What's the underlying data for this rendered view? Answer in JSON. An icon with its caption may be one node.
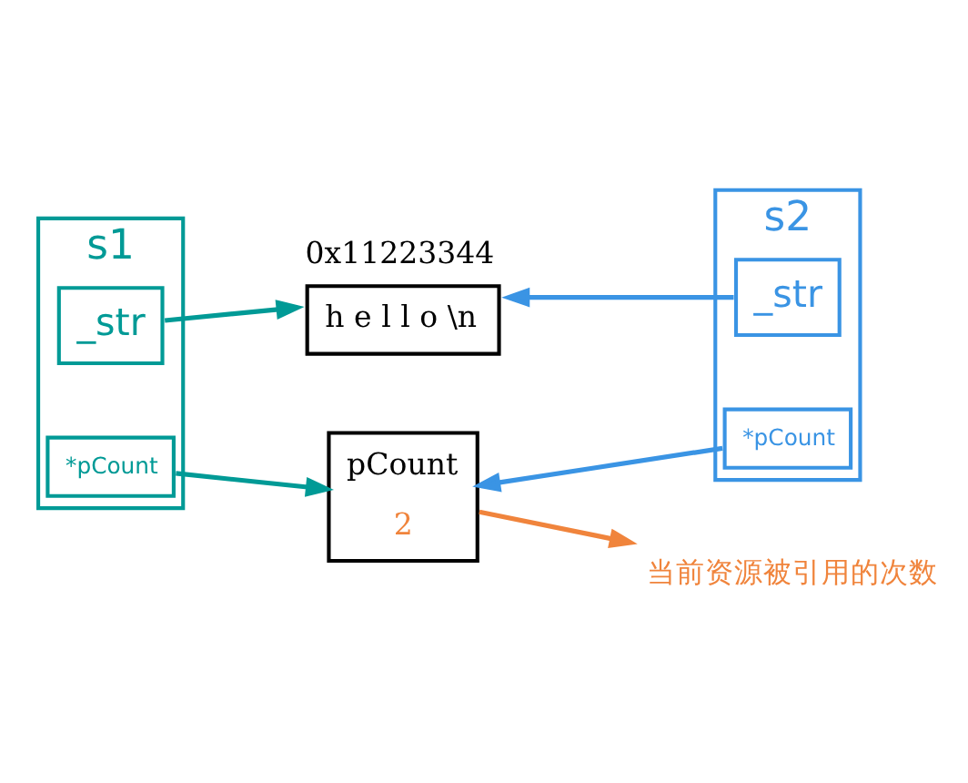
{
  "diagram": {
    "nodes": [
      {
        "text": [
          "s1"
        ]
      },
      {
        "text": [
          "_str"
        ],
        "in": 0
      },
      {
        "text": [
          "*pCount"
        ],
        "in": 0
      },
      {
        "text": [
          "s2"
        ]
      },
      {
        "text": [
          "_str"
        ],
        "in": 3
      },
      {
        "text": [
          "*pCount"
        ],
        "in": 3
      },
      {
        "text": [
          "h e l l o \\n"
        ],
        "beside": [
          "0x11223344"
        ]
      },
      {
        "text": [
          "pCount",
          "2"
        ]
      },
      {
        "text": [
          "当前资源被引用的次数"
        ]
      }
    ],
    "edges": [
      {
        "from": 1,
        "to": 6,
        "arrow": "to",
        "color": "#009a96"
      },
      {
        "from": 2,
        "to": 7,
        "arrow": "to",
        "color": "#009a96"
      },
      {
        "from": 4,
        "to": 6,
        "arrow": "to",
        "color": "#3a94e4"
      },
      {
        "from": 5,
        "to": 7,
        "arrow": "to",
        "color": "#3a94e4"
      },
      {
        "from": 7,
        "to": 8,
        "arrow": "to",
        "color": "#f0843c"
      }
    ]
  }
}
